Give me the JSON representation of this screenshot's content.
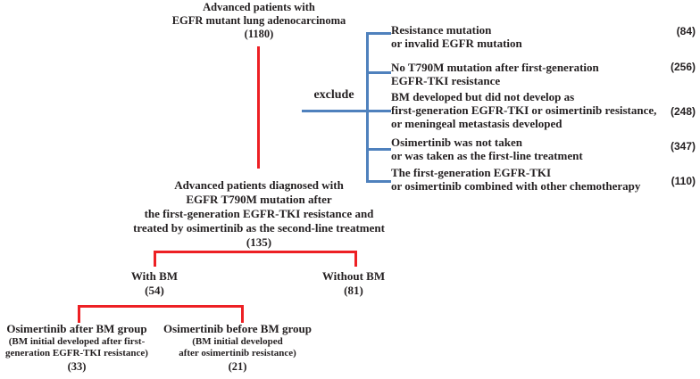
{
  "colors": {
    "line_red": "#ed2024",
    "line_blue": "#4f81bd",
    "text": "#231f20"
  },
  "top_box": {
    "lines": [
      "Advanced patients with",
      "EGFR mutant lung adenocarcinoma",
      "(1180)"
    ]
  },
  "exclude_label": "exclude",
  "exclusions": [
    {
      "lines": [
        "Resistance mutation",
        "or invalid EGFR mutation"
      ],
      "count": "(84)"
    },
    {
      "lines": [
        "No T790M mutation after first-generation",
        "EGFR-TKI resistance"
      ],
      "count": "(256)"
    },
    {
      "lines": [
        "BM developed but did not develop as",
        "first-generation EGFR-TKI or osimertinib resistance,",
        "or meningeal metastasis developed"
      ],
      "count": "(248)"
    },
    {
      "lines": [
        "Osimertinib was not taken",
        "or was taken as the first-line treatment"
      ],
      "count": "(347)"
    },
    {
      "lines": [
        "The first-generation EGFR-TKI",
        "or osimertinib combined with other chemotherapy"
      ],
      "count": "(110)"
    }
  ],
  "middle_box": {
    "lines": [
      "Advanced patients diagnosed with",
      "EGFR T790M mutation after",
      "the first-generation EGFR-TKI resistance and",
      "treated by osimertinib as the second-line treatment",
      "(135)"
    ]
  },
  "branch_bm": {
    "with_bm": {
      "label": "With BM",
      "count": "(54)"
    },
    "without_bm": {
      "label": "Without BM",
      "count": "(81)"
    }
  },
  "groups": {
    "after": {
      "title": "Osimertinib after BM group",
      "sub_lines": [
        "(BM initial developed after first-",
        "generation EGFR-TKI resistance)"
      ],
      "count": "(33)"
    },
    "before": {
      "title": "Osimertinib before BM group",
      "sub_lines": [
        "(BM initial developed",
        "after osimertinib resistance)"
      ],
      "count": "(21)"
    }
  }
}
